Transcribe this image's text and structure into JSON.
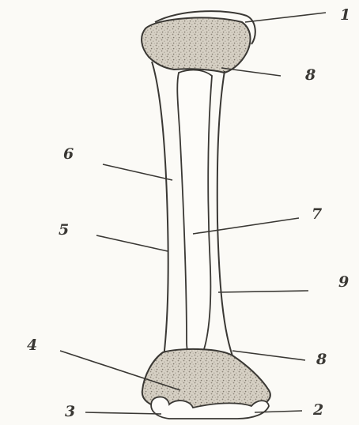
{
  "diagram": {
    "labels": [
      {
        "id": "1",
        "text": "1"
      },
      {
        "id": "8-top",
        "text": "8"
      },
      {
        "id": "6",
        "text": "6"
      },
      {
        "id": "7",
        "text": "7"
      },
      {
        "id": "5",
        "text": "5"
      },
      {
        "id": "9",
        "text": "9"
      },
      {
        "id": "4",
        "text": "4"
      },
      {
        "id": "8-bottom",
        "text": "8"
      },
      {
        "id": "3",
        "text": "3"
      },
      {
        "id": "2",
        "text": "2"
      }
    ],
    "colors": {
      "paper": "#fbfaf6",
      "ink": "#3a3834",
      "spongy": "#cbc4b8"
    }
  }
}
